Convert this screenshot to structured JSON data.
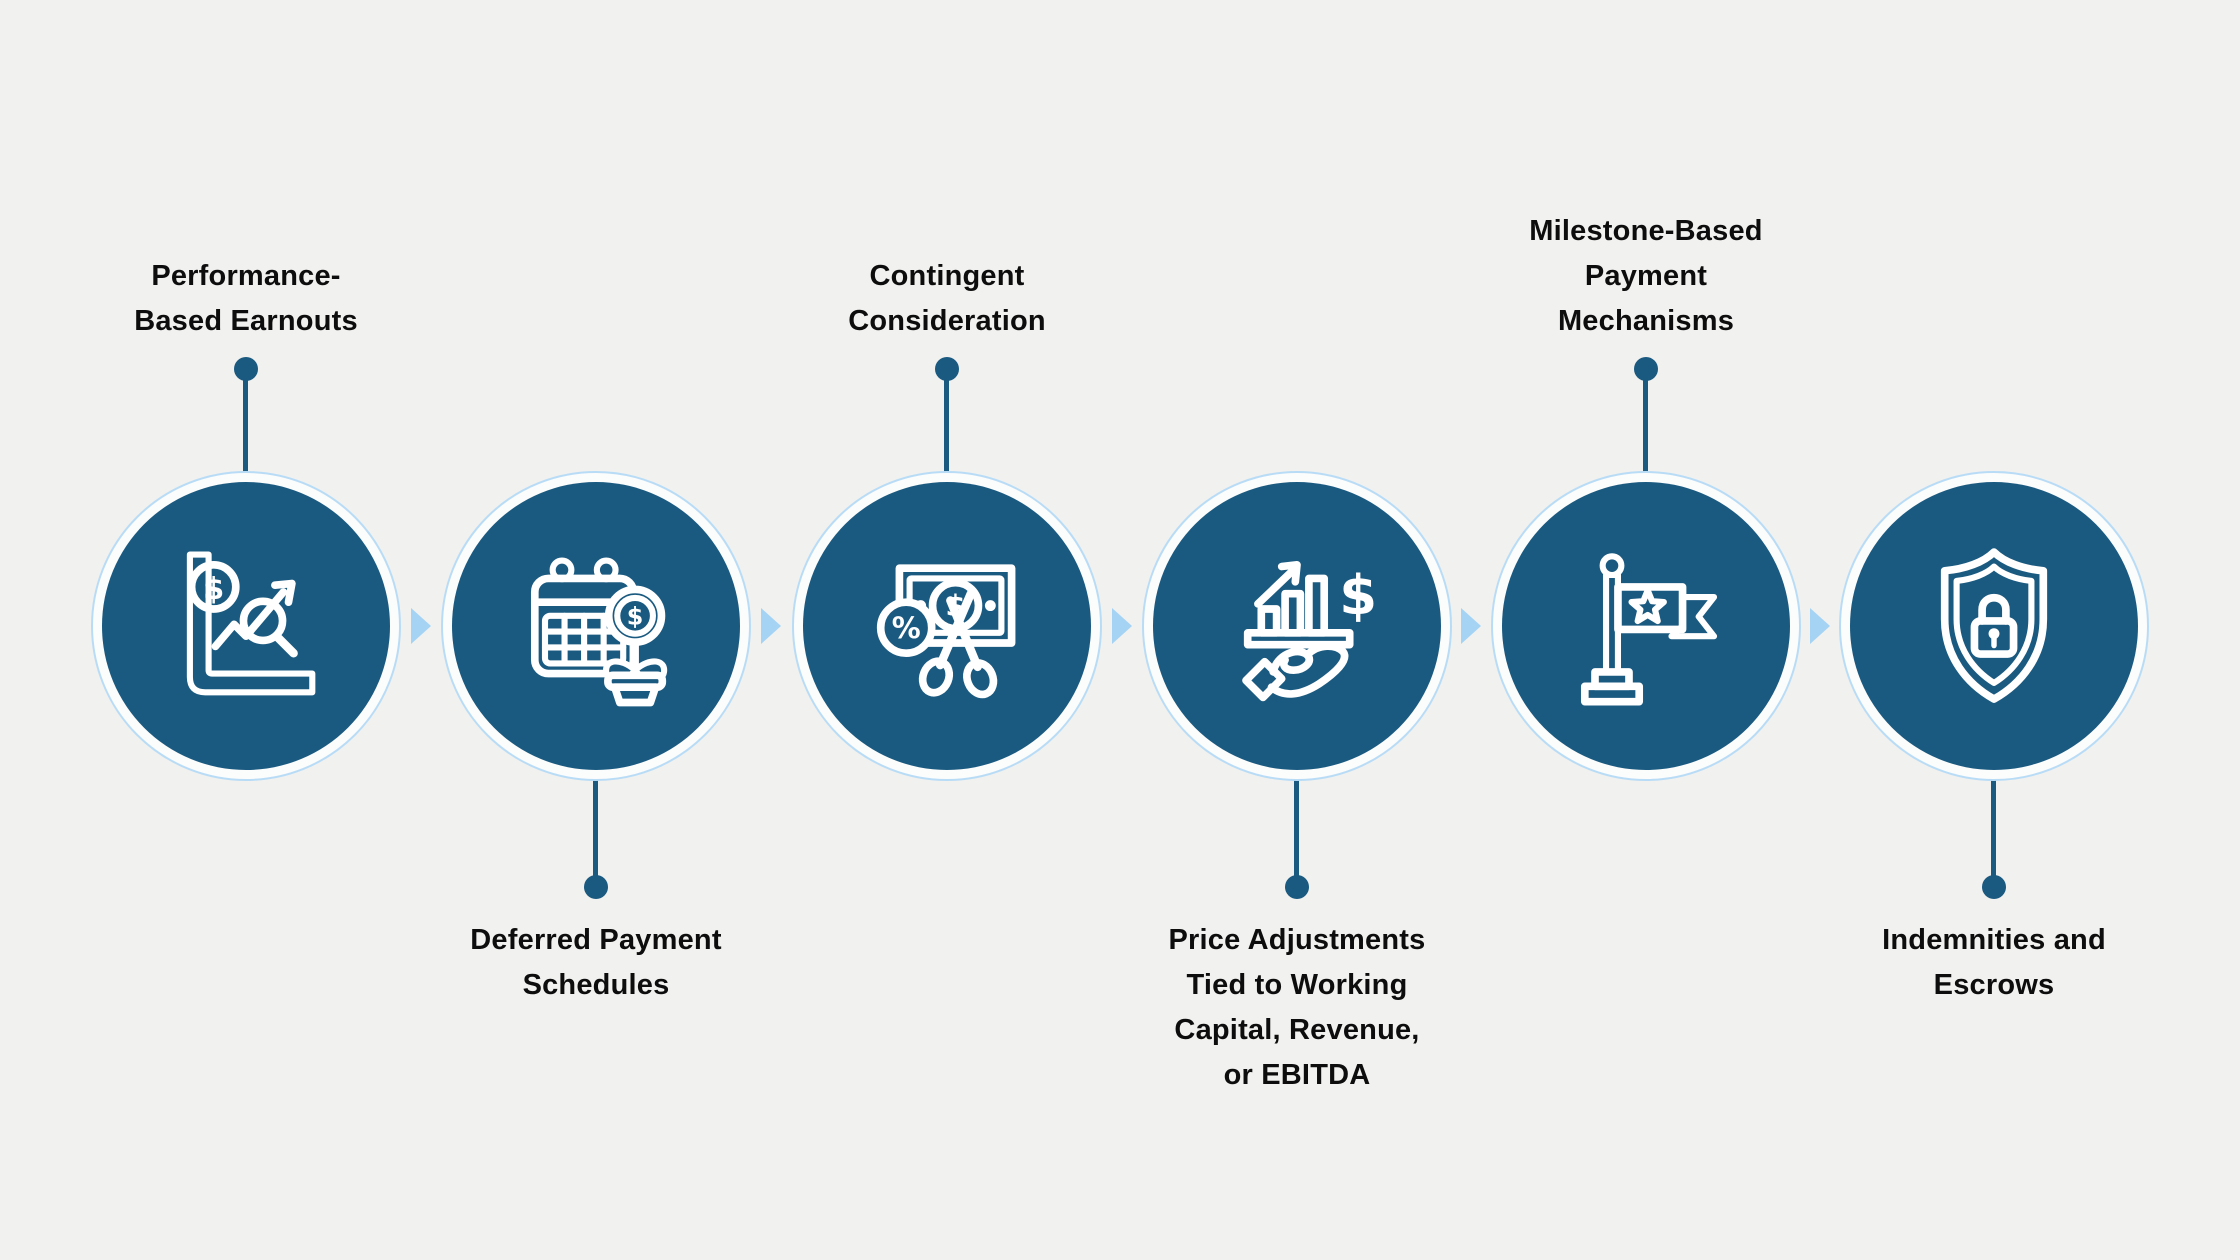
{
  "palette": {
    "background": "#f1f1ef",
    "circle_fill": "#1b5a80",
    "ring": "#b9dcf6",
    "arrow": "#a5d3f4",
    "connector": "#1b5a80",
    "label_text": "#0d0d0d"
  },
  "steps": [
    {
      "label": [
        "Performance-",
        "Based Earnouts"
      ],
      "label_position": "top",
      "icon": "chart-growth-magnifier-icon"
    },
    {
      "label": [
        "Deferred Payment",
        "Schedules"
      ],
      "label_position": "bottom",
      "icon": "calendar-money-plant-icon"
    },
    {
      "label": [
        "Contingent",
        "Consideration"
      ],
      "label_position": "top",
      "icon": "banknote-scissors-percent-icon"
    },
    {
      "label": [
        "Price Adjustments",
        "Tied to Working",
        "Capital, Revenue,",
        "or EBITDA"
      ],
      "label_position": "bottom",
      "icon": "hand-bar-chart-dollar-icon"
    },
    {
      "label": [
        "Milestone-Based",
        "Payment",
        "Mechanisms"
      ],
      "label_position": "top",
      "icon": "milestone-flag-icon"
    },
    {
      "label": [
        "Indemnities and",
        "Escrows"
      ],
      "label_position": "bottom",
      "icon": "shield-lock-icon"
    }
  ],
  "arrows": {
    "count": 5,
    "direction": "right"
  }
}
